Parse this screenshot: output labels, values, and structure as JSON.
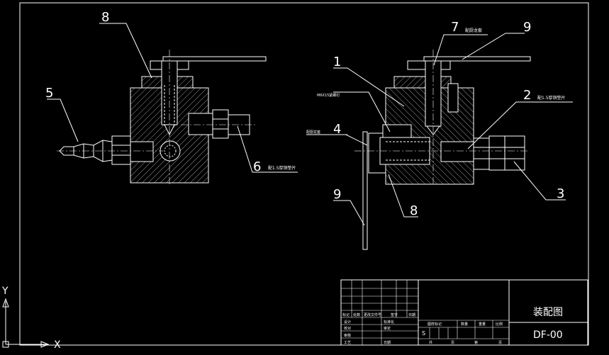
{
  "axes": {
    "y_label": "Y",
    "x_label": "X"
  },
  "part_numbers": {
    "left_top": "8",
    "left_5": "5",
    "left_6": "6",
    "right_7": "7",
    "right_9_top": "9",
    "right_1": "1",
    "right_2": "2",
    "right_4": "4",
    "right_3": "3",
    "right_9_bottom": "9",
    "right_8": "8"
  },
  "notes": {
    "note_6": "配1.5厚铜垫片",
    "note_7": "配厨龙套",
    "note_2": "配1.5厚铜垫片",
    "note_m6": "M6X15紧螺钉",
    "note_4": "配厨龙套"
  },
  "title_block": {
    "title": "装配图",
    "drawing_no": "DF-00",
    "headers": [
      "标记",
      "处数",
      "更改文件号",
      "签字",
      "日期"
    ],
    "rows": [
      "设计",
      "校对",
      "审核",
      "工艺"
    ],
    "mid_labels": [
      "标准化",
      "审定",
      "日期"
    ],
    "stage_headers": [
      "图样标记",
      "数量",
      "重量",
      "比例"
    ],
    "stage_mark": "S",
    "sheet_labels": [
      "共",
      "页",
      "第",
      "页"
    ]
  }
}
